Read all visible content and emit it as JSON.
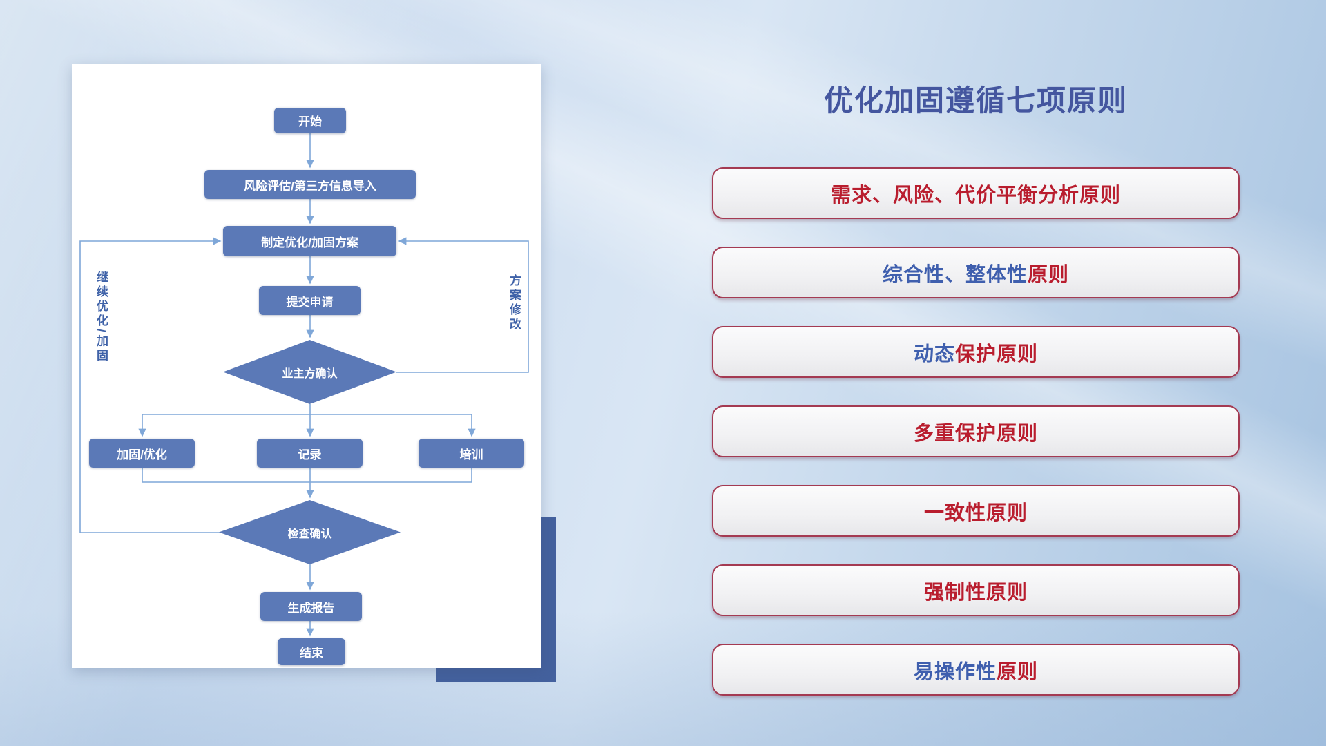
{
  "title": "优化加固遵循七项原则",
  "colors": {
    "title_blue": "#44569f",
    "principle_red": "#b91d2e",
    "principle_blue": "#3f5fae",
    "principle_border": "#a43a52",
    "node_blue": "#5b79b7",
    "connector_blue": "#7fa7d8",
    "card_shadow_blue": "#44619e"
  },
  "flowchart": {
    "nodes": {
      "start": "开始",
      "risk": "风险评估/第三方信息导入",
      "plan": "制定优化/加固方案",
      "submit": "提交申请",
      "owner_confirm": "业主方确认",
      "harden": "加固/优化",
      "record": "记录",
      "train": "培训",
      "check_confirm": "检查确认",
      "report": "生成报告",
      "end": "结束"
    },
    "labels": {
      "left_loop": "继续优化/加固",
      "right_loop": "方案修改"
    }
  },
  "principles": [
    {
      "blue": "",
      "red": "需求、风险、代价平衡分析原则"
    },
    {
      "blue": "综合性、整体性",
      "red": "原则"
    },
    {
      "blue": "动态",
      "red": "保护原则"
    },
    {
      "blue": "",
      "red": "多重保护原则"
    },
    {
      "blue": "",
      "red": "一致性原则"
    },
    {
      "blue": "",
      "red": "强制性原则"
    },
    {
      "blue": "易操作性",
      "red": "原则"
    }
  ]
}
